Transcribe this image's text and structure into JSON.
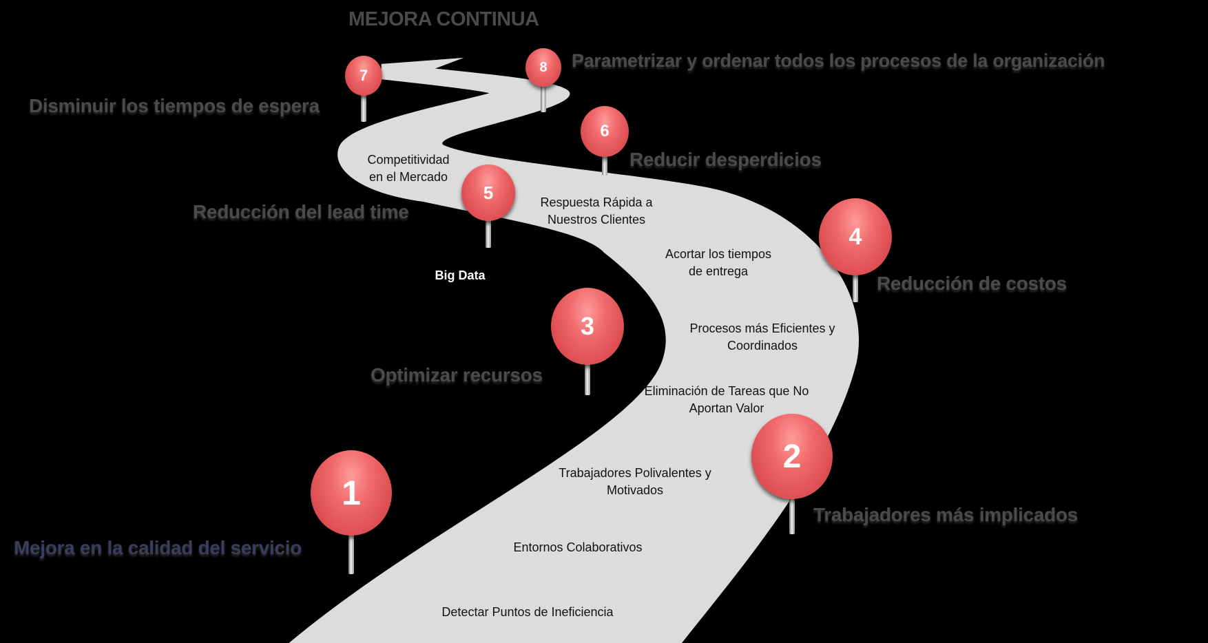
{
  "title": "MEJORA CONTINUA",
  "colors": {
    "background": "#000000",
    "road": "#dcdcdc",
    "pin": "#f06a6b",
    "label": "#4b4b4b",
    "label_blue": "#3c3d5e"
  },
  "pins": [
    {
      "number": "1",
      "label": "Mejora en la calidad del servicio"
    },
    {
      "number": "2",
      "label": "Trabajadores más implicados"
    },
    {
      "number": "3",
      "label": "Optimizar recursos"
    },
    {
      "number": "4",
      "label": "Reducción de costos"
    },
    {
      "number": "5",
      "label": "Reducción del lead time"
    },
    {
      "number": "6",
      "label": "Reducir desperdicios"
    },
    {
      "number": "7",
      "label": "Disminuir los tiempos de espera"
    },
    {
      "number": "8",
      "label": "Parametrizar y ordenar todos los procesos de la organización"
    }
  ],
  "road_items": [
    {
      "line1": "Competitividad",
      "line2": "en el Mercado"
    },
    {
      "line1": "Respuesta Rápida a",
      "line2": "Nuestros Clientes"
    },
    {
      "line1": "Acortar los tiempos",
      "line2": "de entrega"
    },
    {
      "line1": "Big Data"
    },
    {
      "line1": "Procesos más Eficientes y",
      "line2": "Coordinados"
    },
    {
      "line1": "Eliminación de Tareas que No",
      "line2": "Aportan Valor"
    },
    {
      "line1": "Trabajadores Polivalentes y",
      "line2": "Motivados"
    },
    {
      "line1": "Entornos Colaborativos"
    },
    {
      "line1": "Detectar Puntos de Ineficiencia"
    }
  ]
}
